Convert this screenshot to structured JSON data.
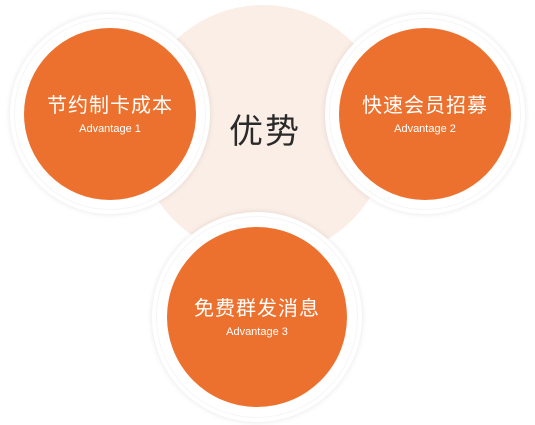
{
  "colors": {
    "accent": "#ED712E",
    "center_bg": "#FBEEE6",
    "ring": "#FFFFFF",
    "title_text": "#2A2A2A"
  },
  "center": {
    "title": "优势"
  },
  "advantages": [
    {
      "title": "节约制卡成本",
      "subtitle": "Advantage 1"
    },
    {
      "title": "快速会员招募",
      "subtitle": "Advantage 2"
    },
    {
      "title": "免费群发消息",
      "subtitle": "Advantage 3"
    }
  ]
}
